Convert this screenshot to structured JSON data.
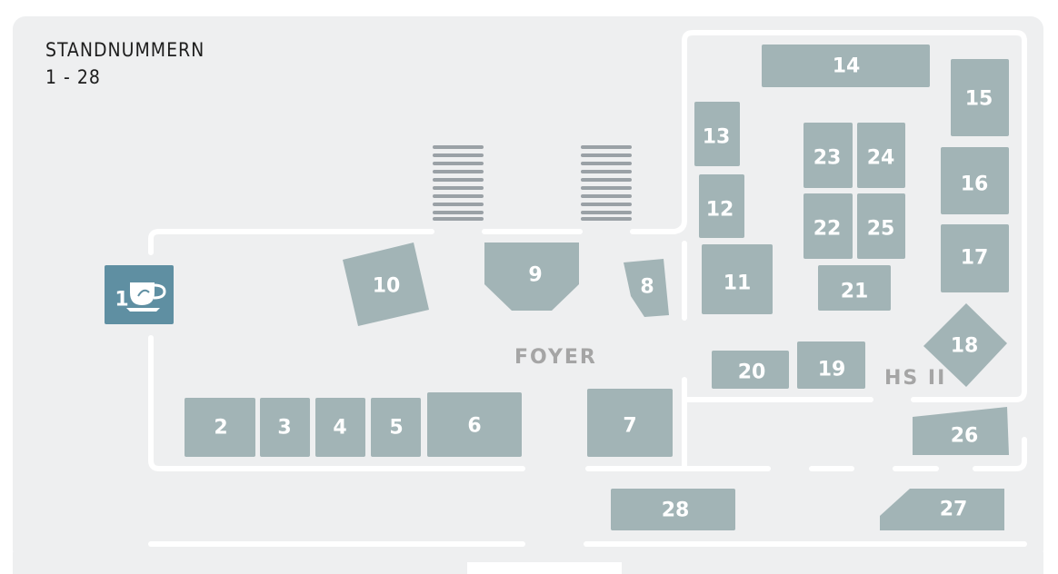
{
  "title": {
    "line1": "STANDNUMMERN",
    "line2": "1 - 28"
  },
  "labels": {
    "foyer": "FOYER",
    "hall": "HS II"
  },
  "colors": {
    "background": "#eeeff0",
    "wall": "#ffffff",
    "stand": "#a2b4b6",
    "cafe": "#5f8fa2",
    "stairs": "#9aa1a6",
    "label": "#a5a5a5"
  },
  "cafe_icon": "coffee-cup-icon",
  "stands": [
    "1",
    "2",
    "3",
    "4",
    "5",
    "6",
    "7",
    "8",
    "9",
    "10",
    "11",
    "12",
    "13",
    "14",
    "15",
    "16",
    "17",
    "18",
    "19",
    "20",
    "21",
    "22",
    "23",
    "24",
    "25",
    "26",
    "27",
    "28"
  ]
}
